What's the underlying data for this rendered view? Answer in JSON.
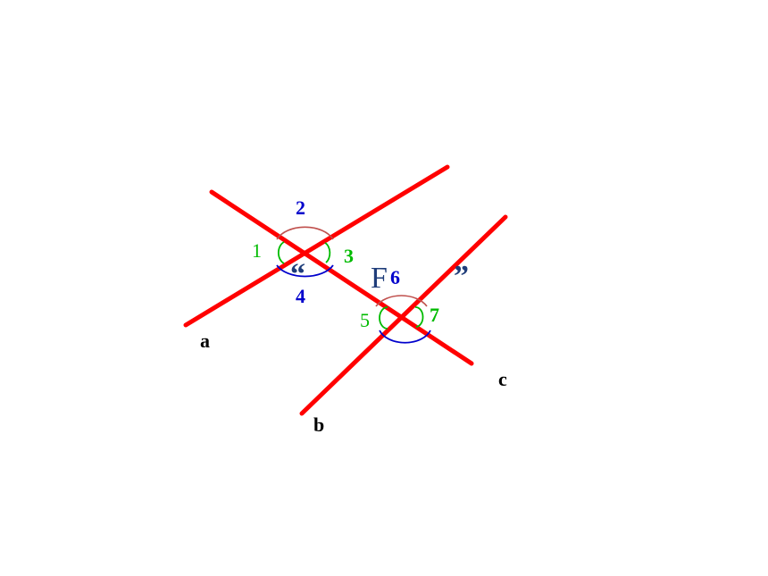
{
  "colors": {
    "line": "#ff0000",
    "upper_arc": "#c0504d",
    "lower_arc": "#0000cc",
    "side_arc": "#00bb00",
    "blue_label": "#0000cc",
    "green_label": "#00bb00",
    "black_label": "#000000",
    "f_glyph": "#1f3d7a"
  },
  "lines": {
    "a": "a",
    "b": "b",
    "c": "c"
  },
  "angles": {
    "n1": "1",
    "n2": "2",
    "n3": "3",
    "n4": "4",
    "n5": "5",
    "n6": "6",
    "n7": "7"
  },
  "marks": {
    "open_quote": "“",
    "close_quote": "”",
    "f_letter": "F"
  }
}
